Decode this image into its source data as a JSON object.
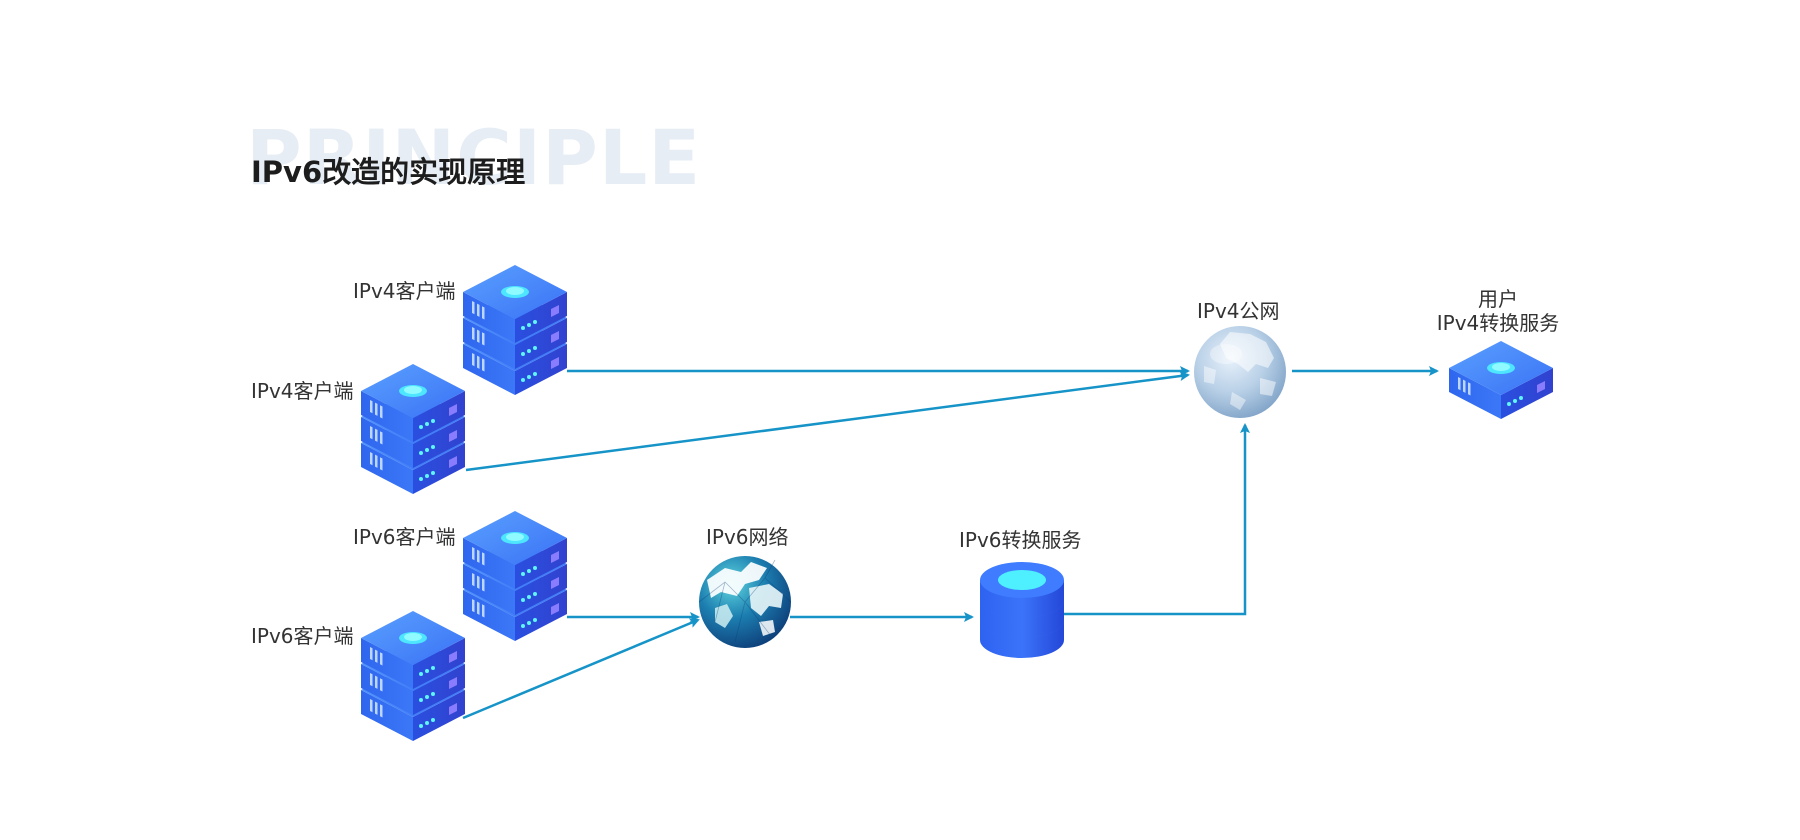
{
  "header": {
    "watermark": "PRINCIPLE",
    "title": "IPv6改造的实现原理"
  },
  "nodes": {
    "ipv4_client_1": "IPv4客户端",
    "ipv4_client_2": "IPv4客户端",
    "ipv6_client_1": "IPv6客户端",
    "ipv6_client_2": "IPv6客户端",
    "ipv6_network": "IPv6网络",
    "ipv6_conversion": "IPv6转换服务",
    "ipv4_public": "IPv4公网",
    "user_line1": "用户",
    "user_line2": "IPv4转换服务"
  },
  "icons": {
    "client": "server-stack-icon",
    "ipv6_network": "globe-icon",
    "ipv6_conversion": "database-icon",
    "ipv4_public": "globe-icon",
    "user": "server-icon"
  },
  "colors": {
    "arrow": "#1694c8",
    "server_top": "#4a8cff",
    "server_side": "#2d5fe8",
    "accent": "#4ef0ff",
    "watermark": "#e6edf5"
  }
}
